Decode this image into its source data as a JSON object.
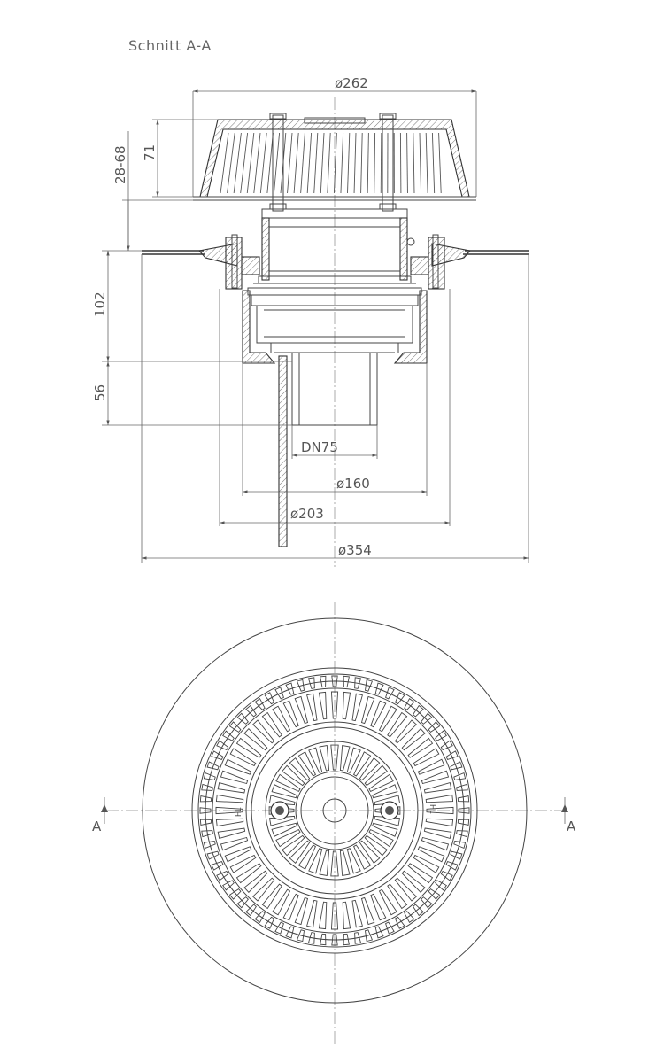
{
  "section_title": "Schnitt A-A",
  "dimensions": {
    "d262": "ø262",
    "d160": "ø160",
    "d203": "ø203",
    "d354": "ø354",
    "dn75": "DN75",
    "h71": "71",
    "h28_68": "28-68",
    "h102": "102",
    "h56": "56"
  },
  "section_marks": {
    "left": "A",
    "right": "A"
  },
  "mount_label_left": "HL",
  "mount_label_right": "HL"
}
